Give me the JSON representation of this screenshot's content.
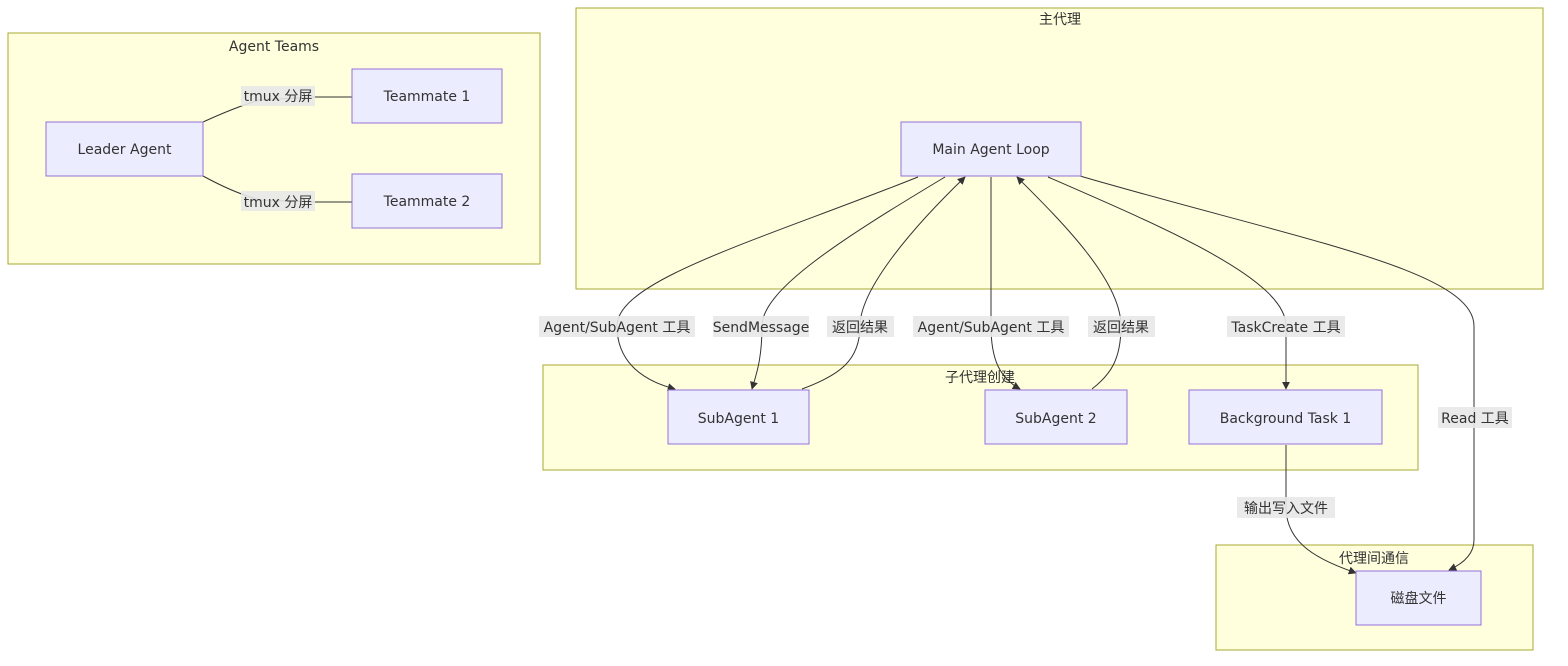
{
  "clusters": {
    "agent_teams": "Agent Teams",
    "main_agent": "主代理",
    "subagent_creation": "子代理创建",
    "agent_comm": "代理间通信"
  },
  "nodes": {
    "leader": "Leader Agent",
    "teammate1": "Teammate 1",
    "teammate2": "Teammate 2",
    "main_loop": "Main Agent Loop",
    "subagent1": "SubAgent 1",
    "subagent2": "SubAgent 2",
    "bg_task1": "Background Task 1",
    "disk_file": "磁盘文件"
  },
  "edges": {
    "tmux1": "tmux 分屏",
    "tmux2": "tmux 分屏",
    "agent_tool1": "Agent/SubAgent 工具",
    "send_message": "SendMessage",
    "return1": "返回结果",
    "agent_tool2": "Agent/SubAgent 工具",
    "return2": "返回结果",
    "task_create": "TaskCreate 工具",
    "read_tool": "Read 工具",
    "write_file": "输出写入文件"
  }
}
